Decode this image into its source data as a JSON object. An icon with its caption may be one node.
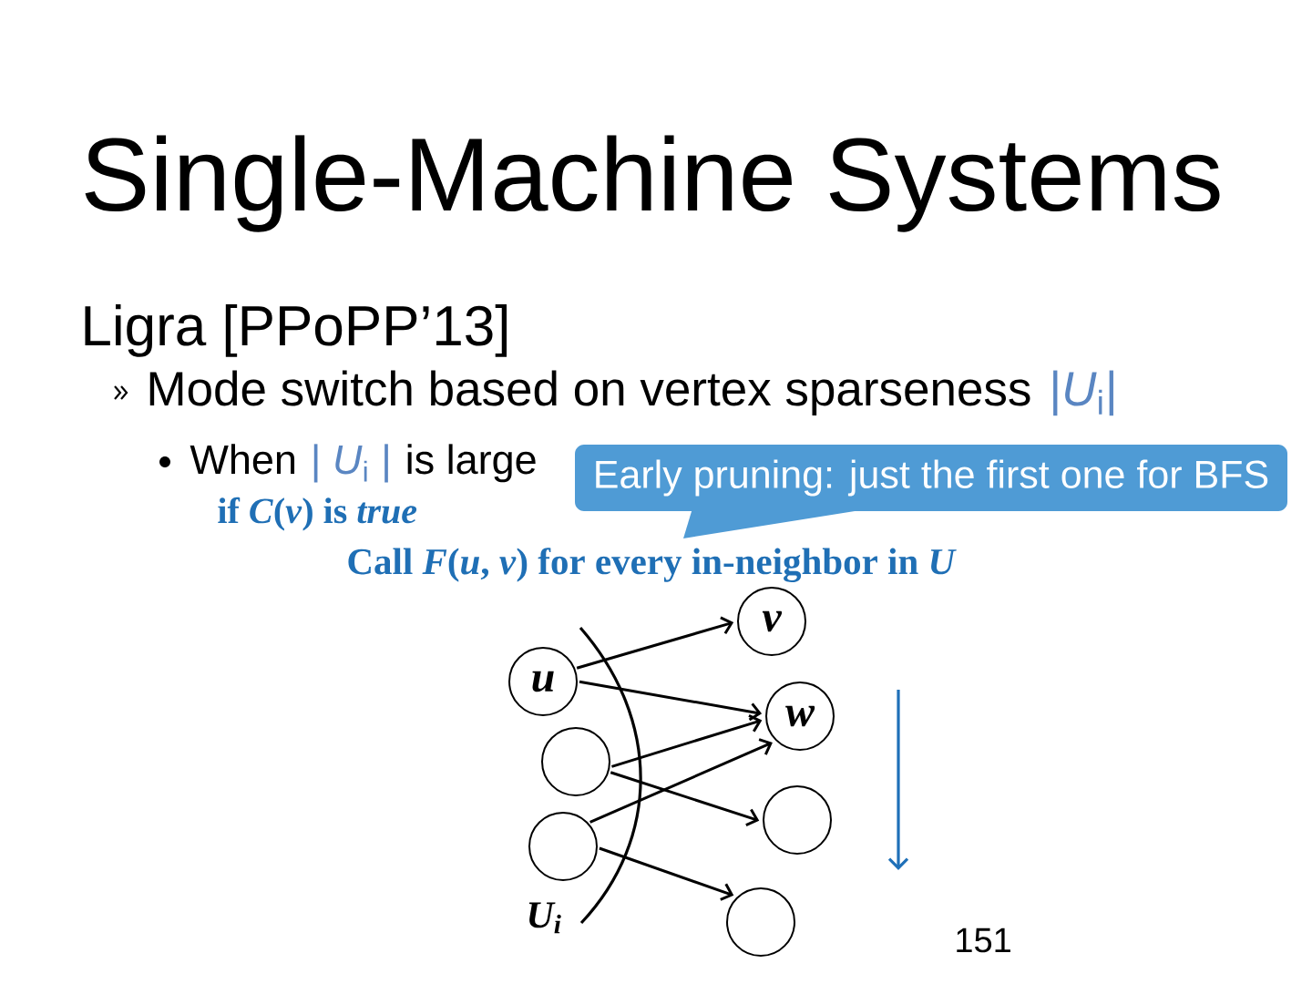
{
  "diagram": {
    "title": "Single-Machine Systems",
    "nodes": [
      {
        "text": [
          "Early pruning: just the first one for BFS"
        ]
      },
      {
        "text": [
          "v"
        ]
      },
      {
        "text": [
          "u"
        ]
      },
      {
        "text": [
          "w"
        ]
      },
      {
        "text": [],
        "shape": "circle"
      },
      {
        "text": [],
        "shape": "circle"
      },
      {
        "text": [],
        "shape": "circle"
      },
      {
        "text": [],
        "shape": "circle"
      }
    ],
    "edges": [
      {
        "from": 2,
        "to": 1,
        "arrow": "to"
      },
      {
        "from": 2,
        "to": 3,
        "arrow": "to"
      },
      {
        "from": 4,
        "to": 3,
        "arrow": "to"
      },
      {
        "from": 4,
        "to": 5,
        "arrow": "to"
      },
      {
        "from": 6,
        "to": 3,
        "arrow": "to"
      },
      {
        "from": 6,
        "to": 7,
        "arrow": "to"
      }
    ],
    "labels": [
      "Ligra [PPoPP’13]",
      "Mode switch based on vertex sparseness",
      "|*U*$_{i}$|",
      "When",
      "| *U*$_{i}$ |",
      "is large",
      "if *C*(*v*) is *true*",
      "Call *F*(*u*, *v*) for every in-neighbor in *U*",
      "U$_{i}$",
      "151"
    ]
  }
}
